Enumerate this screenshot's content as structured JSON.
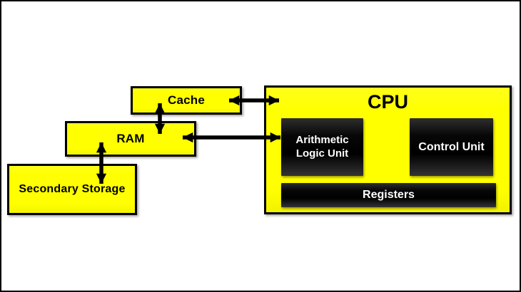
{
  "diagram": {
    "description": "Computer memory hierarchy and CPU block diagram",
    "nodes": {
      "cpu": {
        "label": "CPU"
      },
      "cache": {
        "label": "Cache"
      },
      "ram": {
        "label": "RAM"
      },
      "secondary_storage": {
        "label": "Secondary Storage"
      },
      "alu": {
        "label": "Arithmetic Logic Unit"
      },
      "control_unit": {
        "label": "Control Unit"
      },
      "registers": {
        "label": "Registers"
      }
    },
    "connections": [
      {
        "from": "cache",
        "to": "cpu",
        "type": "bidirectional"
      },
      {
        "from": "ram",
        "to": "cpu",
        "type": "bidirectional"
      },
      {
        "from": "cache",
        "to": "ram",
        "type": "bidirectional"
      },
      {
        "from": "ram",
        "to": "secondary_storage",
        "type": "bidirectional"
      }
    ],
    "colors": {
      "node_fill": "#FFFF00",
      "node_border": "#000000",
      "inner_box_fill": "#000000",
      "inner_box_text": "#FFFFFF",
      "arrow": "#000000",
      "background": "#FFFFFF"
    }
  }
}
